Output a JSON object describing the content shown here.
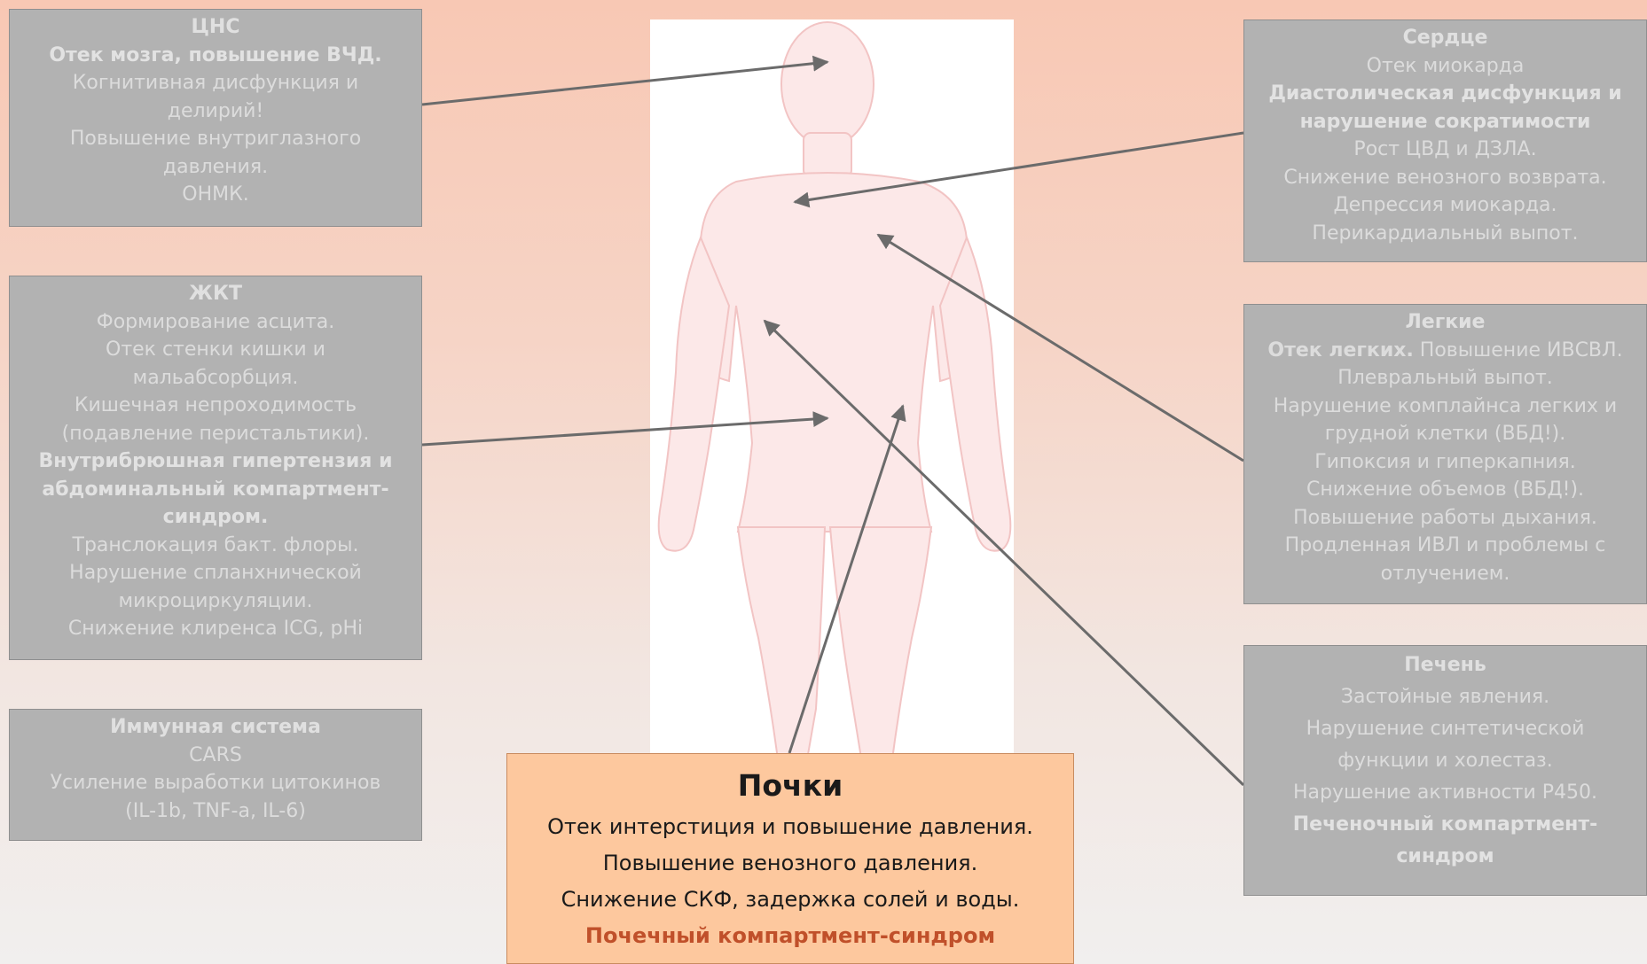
{
  "diagram": {
    "cns": {
      "title": "ЦНС",
      "line1": "Отек мозга, повышение ВЧД.",
      "line2": "Когнитивная дисфункция и",
      "line3": "делирий!",
      "line4": "Повышение внутриглазного",
      "line5": "давления.",
      "line6": "ОНМК."
    },
    "gi": {
      "title": "ЖКТ",
      "line1": "Формирование асцита.",
      "line2": "Отек стенки кишки и",
      "line3": "мальабсорбция.",
      "line4": "Кишечная непроходимость",
      "line5": "(подавление перистальтики).",
      "line6": "Внутрибрюшная гипертензия и",
      "line7": "абдоминальный компартмент-",
      "line8": "синдром.",
      "line9": "Транслокация бакт. флоры.",
      "line10": "Нарушение спланхнической",
      "line11": "микроциркуляции.",
      "line12": "Снижение клиренса ICG, pHi"
    },
    "immune": {
      "title": "Иммунная система",
      "line1": "CARS",
      "line2": "Усиление выработки цитокинов",
      "line3": "(IL-1b, TNF-a, IL-6)"
    },
    "heart": {
      "title": "Сердце",
      "line1": "Отек миокарда",
      "line2": "Диастолическая дисфункция и",
      "line3": "нарушение сократимости",
      "line4": "Рост ЦВД и ДЗЛА.",
      "line5": "Снижение венозного возврата.",
      "line6": "Депрессия миокарда.",
      "line7": "Перикардиальный выпот."
    },
    "lungs": {
      "title": "Легкие",
      "line1_bold": "Отек легких.",
      "line1_rest": " Повышение ИВСВЛ.",
      "line2": "Плевральный выпот.",
      "line3": "Нарушение комплайнса легких и",
      "line4": "грудной клетки (ВБД!).",
      "line5": "Гипоксия и гиперкапния.",
      "line6": "Снижение объемов (ВБД!).",
      "line7": "Повышение работы дыхания.",
      "line8": "Продленная ИВЛ и проблемы с",
      "line9": "отлучением."
    },
    "liver": {
      "title": "Печень",
      "line1": "Застойные явления.",
      "line2": "Нарушение синтетической",
      "line3": "функции и холестаз.",
      "line4": "Нарушение активности P450.",
      "line5": "Печеночный компартмент-",
      "line6": "синдром"
    },
    "kidneys": {
      "title": "Почки",
      "line1": "Отек интерстиция и повышение давления.",
      "line2": "Повышение венозного давления.",
      "line3": "Снижение СКФ, задержка солей и воды.",
      "line4": "Почечный компартмент-синдром"
    },
    "colors": {
      "box_fill": "#b2b2b2",
      "box_text": "#dcdcdc",
      "kidney_fill": "#fdc89e",
      "kidney_accent": "#c0502a",
      "body_fill": "#fce8e8",
      "arrow": "#6b6b6b"
    }
  }
}
